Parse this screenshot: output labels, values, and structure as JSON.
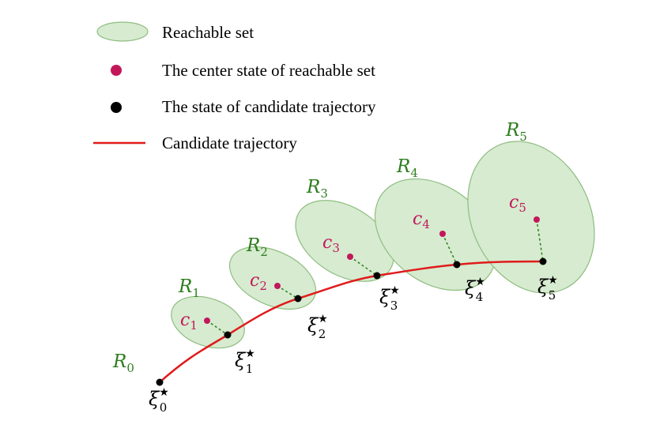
{
  "colors": {
    "set_fill": "#d6ebcf",
    "set_stroke": "#8fbd80",
    "center": "#c2185b",
    "state": "#000000",
    "trajectory": "#e01b1b",
    "set_label": "#2e7d1e",
    "connector": "#2e7d1e"
  },
  "legend": [
    {
      "symbol": "ellipse",
      "label": "Reachable set"
    },
    {
      "symbol": "magenta-dot",
      "label": "The center state of reachable set"
    },
    {
      "symbol": "black-dot",
      "label": "The state of candidate trajectory"
    },
    {
      "symbol": "red-line",
      "label": "Candidate trajectory"
    }
  ],
  "reachable_sets": [
    {
      "label": "R",
      "index": "0"
    },
    {
      "label": "R",
      "index": "1"
    },
    {
      "label": "R",
      "index": "2"
    },
    {
      "label": "R",
      "index": "3"
    },
    {
      "label": "R",
      "index": "4"
    },
    {
      "label": "R",
      "index": "5"
    }
  ],
  "centers": [
    {
      "label": "c",
      "index": "1"
    },
    {
      "label": "c",
      "index": "2"
    },
    {
      "label": "c",
      "index": "3"
    },
    {
      "label": "c",
      "index": "4"
    },
    {
      "label": "c",
      "index": "5"
    }
  ],
  "states": [
    {
      "label": "ξ",
      "index": "0",
      "star": "★"
    },
    {
      "label": "ξ",
      "index": "1",
      "star": "★"
    },
    {
      "label": "ξ",
      "index": "2",
      "star": "★"
    },
    {
      "label": "ξ",
      "index": "3",
      "star": "★"
    },
    {
      "label": "ξ",
      "index": "4",
      "star": "★"
    },
    {
      "label": "ξ",
      "index": "5",
      "star": "★"
    }
  ]
}
